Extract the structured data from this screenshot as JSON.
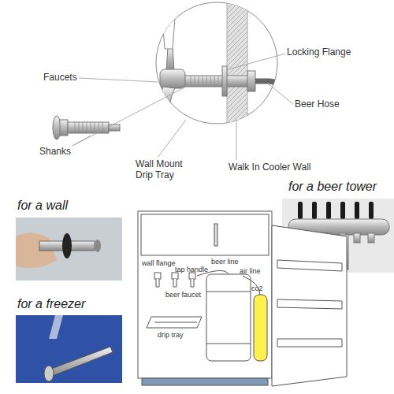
{
  "diagram": {
    "labels": [
      "Faucets",
      "Locking Flange",
      "Beer Hose",
      "Shanks",
      "Wall Mount Drip Tray",
      "Walk In Cooler Wall",
      "for a beer tower",
      "for a wall",
      "for a freezer",
      "wall flange",
      "tap handle",
      "beer faucet",
      "drip tray",
      "beer line",
      "air line",
      "co2"
    ]
  }
}
